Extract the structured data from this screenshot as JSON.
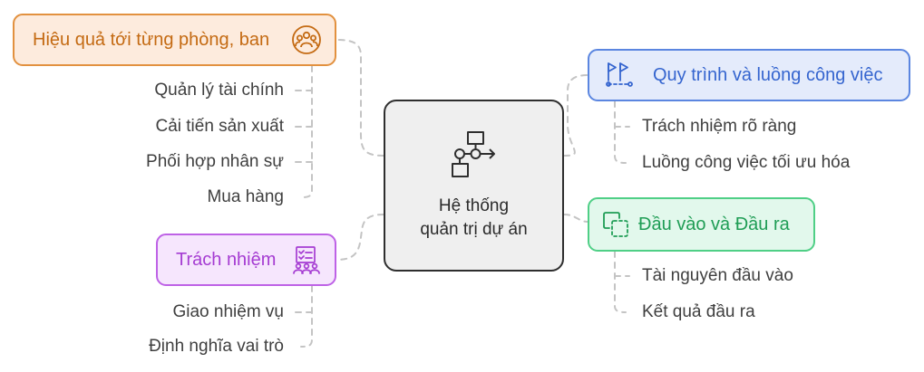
{
  "center": {
    "label": "Hệ thống\nquản trị dự án",
    "icon": "flowchart-icon"
  },
  "branches": {
    "effectiveness": {
      "label": "Hiệu quả tới từng phòng, ban",
      "icon": "group-icon",
      "color": "#e2913f",
      "items": [
        "Quản lý tài chính",
        "Cải tiến sản xuất",
        "Phối hợp nhân sự",
        "Mua hàng"
      ]
    },
    "responsibility": {
      "label": "Trách nhiệm",
      "icon": "team-checklist-icon",
      "color": "#be62e6",
      "items": [
        "Giao nhiệm vụ",
        "Định nghĩa vai trò"
      ]
    },
    "process": {
      "label": "Quy trình và luồng công việc",
      "icon": "flags-route-icon",
      "color": "#5b86e0",
      "items": [
        "Trách nhiệm rõ ràng",
        "Luồng công việc tối ưu hóa"
      ]
    },
    "io": {
      "label": "Đầu vào và Đầu ra",
      "icon": "input-output-icon",
      "color": "#4fcf86",
      "items": [
        "Tài nguyên đầu vào",
        "Kết quả đầu ra"
      ]
    }
  }
}
